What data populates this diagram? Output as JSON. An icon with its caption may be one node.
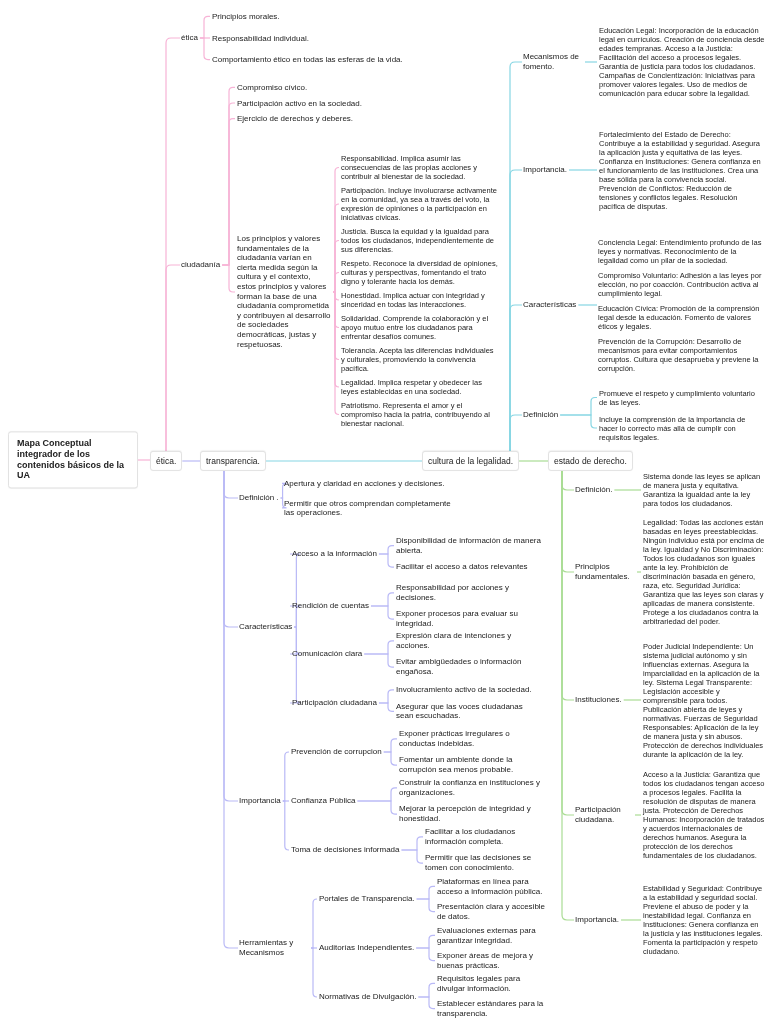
{
  "diagram": {
    "nodes": [
      {
        "text": [
          "Mapa Conceptual integrador de los contenidos básicos de la UA"
        ]
      },
      {
        "text": [
          "ética."
        ]
      },
      {
        "text": [
          "transparencia."
        ]
      },
      {
        "text": [
          "cultura de la legalidad."
        ]
      },
      {
        "text": [
          "estado de derecho."
        ]
      },
      {
        "text": [
          "ética"
        ]
      },
      {
        "text": [
          "Principios morales."
        ]
      },
      {
        "text": [
          "Responsabilidad individual."
        ]
      },
      {
        "text": [
          "Comportamiento ético en todas las esferas de la vida."
        ]
      },
      {
        "text": [
          "ciudadanía"
        ]
      },
      {
        "text": [
          "Compromiso cívico."
        ]
      },
      {
        "text": [
          "Participación activo en la sociedad."
        ]
      },
      {
        "text": [
          "Ejercicio de derechos y deberes."
        ]
      },
      {
        "text": [
          "Los principios y valores fundamentales de la ciudadanía varían en cierta medida según la cultura y el contexto, estos principios y valores forman la base de una ciudadanía comprometida y contribuyen al desarrollo de sociedades democráticas, justas y respetuosas."
        ]
      },
      {
        "text": [
          "Responsabilidad. Implica asumir las consecuencias de las propias acciones y contribuir al bienestar de la sociedad."
        ]
      },
      {
        "text": [
          "Participación. Incluye involucrarse activamente en la comunidad, ya sea a través del voto, la expresión de opiniones o la participación en iniciativas cívicas."
        ]
      },
      {
        "text": [
          "Justicia. Busca la equidad y la igualdad para todos los ciudadanos, independientemente de sus diferencias."
        ]
      },
      {
        "text": [
          "Respeto. Reconoce la diversidad de opiniones, culturas y perspectivas, fomentando el trato digno y tolerante hacia los demás."
        ]
      },
      {
        "text": [
          "Honestidad. Implica actuar con integridad y sinceridad en todas las interacciones."
        ]
      },
      {
        "text": [
          "Solidaridad. Comprende la colaboración y el apoyo mutuo entre los ciudadanos para enfrentar desafíos comunes."
        ]
      },
      {
        "text": [
          "Tolerancia. Acepta las diferencias individuales y culturales, promoviendo la convivencia pacífica."
        ]
      },
      {
        "text": [
          "Legalidad. Implica respetar y obedecer las leyes establecidas en una sociedad."
        ]
      },
      {
        "text": [
          "Patriotismo. Representa el amor y el compromiso hacia la patria, contribuyendo al bienestar nacional."
        ]
      },
      {
        "text": [
          "Definición ."
        ]
      },
      {
        "text": [
          "Apertura y claridad en acciones y decisiones."
        ]
      },
      {
        "text": [
          "Permitir que otros comprendan completamente las operaciones."
        ]
      },
      {
        "text": [
          "Características"
        ]
      },
      {
        "text": [
          "Acceso a la información"
        ]
      },
      {
        "text": [
          "Disponibilidad de información de manera abierta."
        ]
      },
      {
        "text": [
          "Facilitar el acceso a datos relevantes"
        ]
      },
      {
        "text": [
          "Rendición de cuentas"
        ]
      },
      {
        "text": [
          "Responsabilidad por acciones y decisiones."
        ]
      },
      {
        "text": [
          "Exponer procesos para evaluar su integridad."
        ]
      },
      {
        "text": [
          "Comunicación clara"
        ]
      },
      {
        "text": [
          "Expresión clara de intenciones y acciones."
        ]
      },
      {
        "text": [
          "Evitar ambigüedades o información engañosa."
        ]
      },
      {
        "text": [
          "Participación ciudadana"
        ]
      },
      {
        "text": [
          "Involucramiento activo de la sociedad."
        ]
      },
      {
        "text": [
          "Asegurar que las voces ciudadanas sean escuchadas."
        ]
      },
      {
        "text": [
          "Importancia"
        ]
      },
      {
        "text": [
          "Prevención de corrupcion"
        ]
      },
      {
        "text": [
          "Exponer prácticas irregulares o conductas indebidas."
        ]
      },
      {
        "text": [
          "Fomentar un ambiente donde la corrupción sea menos probable."
        ]
      },
      {
        "text": [
          "Confianza Pública"
        ]
      },
      {
        "text": [
          "Construir la confianza en instituciones y organizaciones."
        ]
      },
      {
        "text": [
          "Mejorar la percepción de integridad y honestidad."
        ]
      },
      {
        "text": [
          "Toma de decisiones informada"
        ]
      },
      {
        "text": [
          "Facilitar a los ciudadanos información completa."
        ]
      },
      {
        "text": [
          "Permitir que las decisiones se tomen con conocimiento."
        ]
      },
      {
        "text": [
          "Herramientas y Mecanismos"
        ]
      },
      {
        "text": [
          "Portales de Transparencia."
        ]
      },
      {
        "text": [
          "Plataformas en línea para acceso a información pública."
        ]
      },
      {
        "text": [
          "Presentación clara y accesible de datos."
        ]
      },
      {
        "text": [
          "Auditorías Independientes."
        ]
      },
      {
        "text": [
          "Evaluaciones externas para garantizar integridad."
        ]
      },
      {
        "text": [
          "Exponer áreas de mejora y buenas prácticas."
        ]
      },
      {
        "text": [
          "Normativas de Divulgación."
        ]
      },
      {
        "text": [
          "Requisitos legales para divulgar información."
        ]
      },
      {
        "text": [
          "Establecer estándares para la transparencia."
        ]
      },
      {
        "text": [
          "Mecanismos de fomento."
        ]
      },
      {
        "text": [
          "Educación Legal: Incorporación de la educación legal en currículos. Creación de conciencia desde edades tempranas. Acceso a la Justicia: Facilitación del acceso a procesos legales. Garantía de justicia para todos los ciudadanos. Campañas de Concientización: Iniciativas para promover valores legales. Uso de medios de comunicación para educar sobre la legalidad."
        ]
      },
      {
        "text": [
          "Importancia."
        ]
      },
      {
        "text": [
          "Fortalecimiento del Estado de Derecho: Contribuye a la estabilidad y seguridad. Asegura la aplicación justa y equitativa de las leyes. Confianza en Instituciones: Genera confianza en el funcionamiento de las instituciones. Crea una base sólida para la convivencia social. Prevención de Conflictos: Reducción de tensiones y conflictos legales. Resolución pacífica de disputas."
        ]
      },
      {
        "text": [
          "Características"
        ]
      },
      {
        "text": [
          "Conciencia Legal: Entendimiento profundo de las leyes y normativas. Reconocimiento de la legalidad como un pilar de la sociedad.",
          "Compromiso Voluntario: Adhesión a las leyes por elección, no por coacción. Contribución activa al cumplimiento legal.",
          "Educación Cívica: Promoción de la comprensión legal desde la educación. Fomento de valores éticos y legales.",
          "Prevención de la Corrupción: Desarrollo de mecanismos para evitar comportamientos corruptos. Cultura que desaprueba y previene la corrupción."
        ]
      },
      {
        "text": [
          "Definición"
        ]
      },
      {
        "text": [
          "Promueve el respeto y cumplimiento voluntario de las leyes."
        ]
      },
      {
        "text": [
          "Incluye la comprensión de la importancia de hacer lo correcto más allá de cumplir con requisitos legales."
        ]
      },
      {
        "text": [
          "Definición."
        ]
      },
      {
        "text": [
          "Sistema donde las leyes se aplican de manera justa y equitativa. Garantiza la igualdad ante la ley para todos los ciudadanos."
        ]
      },
      {
        "text": [
          "Principios fundamentales."
        ]
      },
      {
        "text": [
          "Legalidad: Todas las acciones están basadas en leyes preestablecidas. Ningún individuo está por encima de la ley. Igualdad y No Discriminación: Todos los ciudadanos son iguales ante la ley. Prohibición de discriminación basada en género, raza, etc. Seguridad Jurídica: Garantiza que las leyes son claras y aplicadas de manera consistente. Protege a los ciudadanos contra la arbitrariedad del poder."
        ]
      },
      {
        "text": [
          "Instituciones."
        ]
      },
      {
        "text": [
          "Poder Judicial Independiente: Un sistema judicial autónomo y sin influencias externas. Asegura la imparcialidad en la aplicación de la ley. Sistema Legal Transparente: Legislación accesible y comprensible para todos. Publicación abierta de leyes y normativas. Fuerzas de Seguridad Responsables: Aplicación de la ley de manera justa y sin abusos. Protección de derechos individuales durante la aplicación de la ley."
        ]
      },
      {
        "text": [
          "Participación ciudadana."
        ]
      },
      {
        "text": [
          "Acceso a la Justicia: Garantiza que todos los ciudadanos tengan acceso a procesos legales. Facilita la resolución de disputas de manera justa. Protección de Derechos Humanos: Incorporación de tratados y acuerdos internacionales de derechos humanos. Asegura la protección de los derechos fundamentales de los ciudadanos."
        ]
      },
      {
        "text": [
          "Importancia."
        ]
      },
      {
        "text": [
          "Estabilidad y Seguridad: Contribuye a la estabilidad y seguridad social. Previene el abuso de poder y la inestabilidad legal. Confianza en Instituciones: Genera confianza en la justicia y las instituciones legales. Fomenta la participación y respeto ciudadano."
        ]
      }
    ],
    "edges": [
      {
        "from": 0,
        "to": 1,
        "arrow": "none",
        "color": "#f7b3d6"
      },
      {
        "from": 1,
        "to": 2,
        "arrow": "none"
      },
      {
        "from": 2,
        "to": 3,
        "arrow": "none",
        "color": "#86d6e3"
      },
      {
        "from": 3,
        "to": 4,
        "arrow": "none",
        "color": "#a9dc94"
      },
      {
        "from": 1,
        "to": 5,
        "arrow": "none",
        "color": "#f7b3d6"
      },
      {
        "from": 1,
        "to": 9,
        "arrow": "none",
        "color": "#f7b3d6"
      },
      {
        "from": 5,
        "to": 6,
        "arrow": "none",
        "color": "#f7b3d6"
      },
      {
        "from": 5,
        "to": 7,
        "arrow": "none",
        "color": "#f7b3d6"
      },
      {
        "from": 5,
        "to": 8,
        "arrow": "none",
        "color": "#f7b3d6"
      },
      {
        "from": 9,
        "to": 10,
        "arrow": "none",
        "color": "#f7b3d6"
      },
      {
        "from": 9,
        "to": 11,
        "arrow": "none",
        "color": "#f7b3d6"
      },
      {
        "from": 9,
        "to": 12,
        "arrow": "none",
        "color": "#f7b3d6"
      },
      {
        "from": 9,
        "to": 13,
        "arrow": "none",
        "color": "#f7b3d6"
      },
      {
        "from": 13,
        "to": 14,
        "arrow": "none",
        "color": "#f7b3d6"
      },
      {
        "from": 13,
        "to": 15,
        "arrow": "none",
        "color": "#f7b3d6"
      },
      {
        "from": 13,
        "to": 16,
        "arrow": "none",
        "color": "#f7b3d6"
      },
      {
        "from": 13,
        "to": 17,
        "arrow": "none",
        "color": "#f7b3d6"
      },
      {
        "from": 13,
        "to": 18,
        "arrow": "none",
        "color": "#f7b3d6"
      },
      {
        "from": 13,
        "to": 19,
        "arrow": "none",
        "color": "#f7b3d6"
      },
      {
        "from": 13,
        "to": 20,
        "arrow": "none",
        "color": "#f7b3d6"
      },
      {
        "from": 13,
        "to": 21,
        "arrow": "none",
        "color": "#f7b3d6"
      },
      {
        "from": 13,
        "to": 22,
        "arrow": "none",
        "color": "#f7b3d6"
      },
      {
        "from": 2,
        "to": 23,
        "arrow": "none"
      },
      {
        "from": 2,
        "to": 26,
        "arrow": "none"
      },
      {
        "from": 2,
        "to": 39,
        "arrow": "none"
      },
      {
        "from": 2,
        "to": 49,
        "arrow": "none"
      },
      {
        "from": 23,
        "to": 24,
        "arrow": "none"
      },
      {
        "from": 23,
        "to": 25,
        "arrow": "none"
      },
      {
        "from": 26,
        "to": 27,
        "arrow": "none"
      },
      {
        "from": 26,
        "to": 30,
        "arrow": "none"
      },
      {
        "from": 26,
        "to": 33,
        "arrow": "none"
      },
      {
        "from": 26,
        "to": 36,
        "arrow": "none"
      },
      {
        "from": 27,
        "to": 28,
        "arrow": "none"
      },
      {
        "from": 27,
        "to": 29,
        "arrow": "none"
      },
      {
        "from": 30,
        "to": 31,
        "arrow": "none"
      },
      {
        "from": 30,
        "to": 32,
        "arrow": "none"
      },
      {
        "from": 33,
        "to": 34,
        "arrow": "none"
      },
      {
        "from": 33,
        "to": 35,
        "arrow": "none"
      },
      {
        "from": 36,
        "to": 37,
        "arrow": "none"
      },
      {
        "from": 36,
        "to": 38,
        "arrow": "none"
      },
      {
        "from": 39,
        "to": 40,
        "arrow": "none"
      },
      {
        "from": 39,
        "to": 43,
        "arrow": "none"
      },
      {
        "from": 39,
        "to": 46,
        "arrow": "none"
      },
      {
        "from": 40,
        "to": 41,
        "arrow": "none"
      },
      {
        "from": 40,
        "to": 42,
        "arrow": "none"
      },
      {
        "from": 43,
        "to": 44,
        "arrow": "none"
      },
      {
        "from": 43,
        "to": 45,
        "arrow": "none"
      },
      {
        "from": 46,
        "to": 47,
        "arrow": "none"
      },
      {
        "from": 46,
        "to": 48,
        "arrow": "none"
      },
      {
        "from": 49,
        "to": 50,
        "arrow": "none"
      },
      {
        "from": 49,
        "to": 53,
        "arrow": "none"
      },
      {
        "from": 49,
        "to": 56,
        "arrow": "none"
      },
      {
        "from": 50,
        "to": 51,
        "arrow": "none"
      },
      {
        "from": 50,
        "to": 52,
        "arrow": "none"
      },
      {
        "from": 53,
        "to": 54,
        "arrow": "none"
      },
      {
        "from": 53,
        "to": 55,
        "arrow": "none"
      },
      {
        "from": 56,
        "to": 57,
        "arrow": "none"
      },
      {
        "from": 56,
        "to": 58,
        "arrow": "none"
      },
      {
        "from": 3,
        "to": 59,
        "arrow": "none",
        "color": "#86d6e3"
      },
      {
        "from": 3,
        "to": 61,
        "arrow": "none",
        "color": "#86d6e3"
      },
      {
        "from": 3,
        "to": 63,
        "arrow": "none",
        "color": "#86d6e3"
      },
      {
        "from": 3,
        "to": 65,
        "arrow": "none",
        "color": "#86d6e3"
      },
      {
        "from": 59,
        "to": 60,
        "arrow": "none",
        "color": "#86d6e3"
      },
      {
        "from": 61,
        "to": 62,
        "arrow": "none",
        "color": "#86d6e3"
      },
      {
        "from": 63,
        "to": 64,
        "arrow": "none",
        "color": "#86d6e3"
      },
      {
        "from": 65,
        "to": 66,
        "arrow": "none",
        "color": "#86d6e3"
      },
      {
        "from": 65,
        "to": 67,
        "arrow": "none",
        "color": "#86d6e3"
      },
      {
        "from": 4,
        "to": 68,
        "arrow": "none",
        "color": "#a9dc94"
      },
      {
        "from": 4,
        "to": 70,
        "arrow": "none",
        "color": "#a9dc94"
      },
      {
        "from": 4,
        "to": 72,
        "arrow": "none",
        "color": "#a9dc94"
      },
      {
        "from": 4,
        "to": 74,
        "arrow": "none",
        "color": "#a9dc94"
      },
      {
        "from": 4,
        "to": 76,
        "arrow": "none",
        "color": "#a9dc94"
      },
      {
        "from": 68,
        "to": 69,
        "arrow": "none",
        "color": "#a9dc94"
      },
      {
        "from": 70,
        "to": 71,
        "arrow": "none",
        "color": "#a9dc94"
      },
      {
        "from": 72,
        "to": 73,
        "arrow": "none",
        "color": "#a9dc94"
      },
      {
        "from": 74,
        "to": 75,
        "arrow": "none",
        "color": "#a9dc94"
      },
      {
        "from": 76,
        "to": 77,
        "arrow": "none",
        "color": "#a9dc94"
      }
    ]
  }
}
